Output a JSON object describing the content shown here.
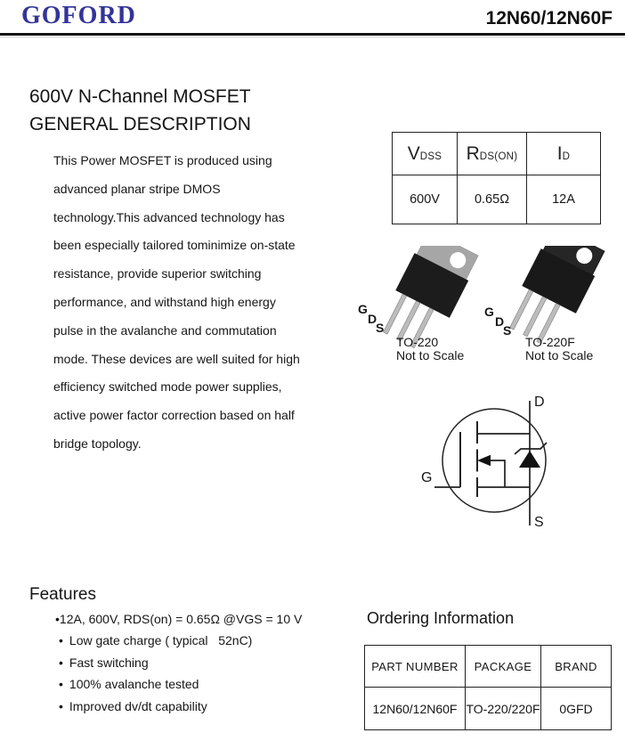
{
  "header": {
    "logo": "GOFORD",
    "part_number": "12N60/12N60F"
  },
  "titles": {
    "product": "600V N-Channel MOSFET",
    "section": "GENERAL DESCRIPTION"
  },
  "description": "This Power MOSFET is produced using\n advanced planar stripe DMOS\ntechnology.This advanced technology has\nbeen especially tailored tominimize on-state\nresistance, provide superior switching\nperformance, and withstand high energy\npulse in the avalanche and commutation\nmode. These devices are well suited for high\nefficiency switched mode power supplies,\nactive power factor correction based on half\nbridge topology.",
  "spec_table": {
    "headers": [
      {
        "base": "V",
        "sub": "DSS"
      },
      {
        "base": "R",
        "sub": "DS(ON)"
      },
      {
        "base": "I",
        "sub": "D"
      }
    ],
    "values": [
      "600V",
      "0.65Ω",
      "12A"
    ]
  },
  "packages": [
    {
      "name": "TO-220",
      "note": "Not to Scale",
      "pins": [
        "G",
        "D",
        "S"
      ]
    },
    {
      "name": "TO-220F",
      "note": "Not to Scale",
      "pins": [
        "G",
        "D",
        "S"
      ]
    }
  ],
  "symbol": {
    "terminals": {
      "drain": "D",
      "gate": "G",
      "source": "S"
    }
  },
  "features": {
    "heading": "Features",
    "bullet": "•",
    "items": [
      "12A, 600V, RDS(on) = 0.65Ω @VGS = 10 V",
      "Low gate charge ( typical   52nC)",
      "Fast switching",
      "100% avalanche tested",
      "Improved dv/dt capability"
    ]
  },
  "ordering": {
    "heading": "Ordering Information",
    "headers": [
      "PART NUMBER",
      "PACKAGE",
      "BRAND"
    ],
    "rows": [
      [
        "12N60/12N60F",
        "TO-220/220F",
        "0GFD"
      ]
    ]
  },
  "colors": {
    "logo_blue": "#333399",
    "text": "#1a1a1a",
    "package_tab_gray": "#a6a6a6",
    "package_body_black": "#1c1c1c"
  }
}
